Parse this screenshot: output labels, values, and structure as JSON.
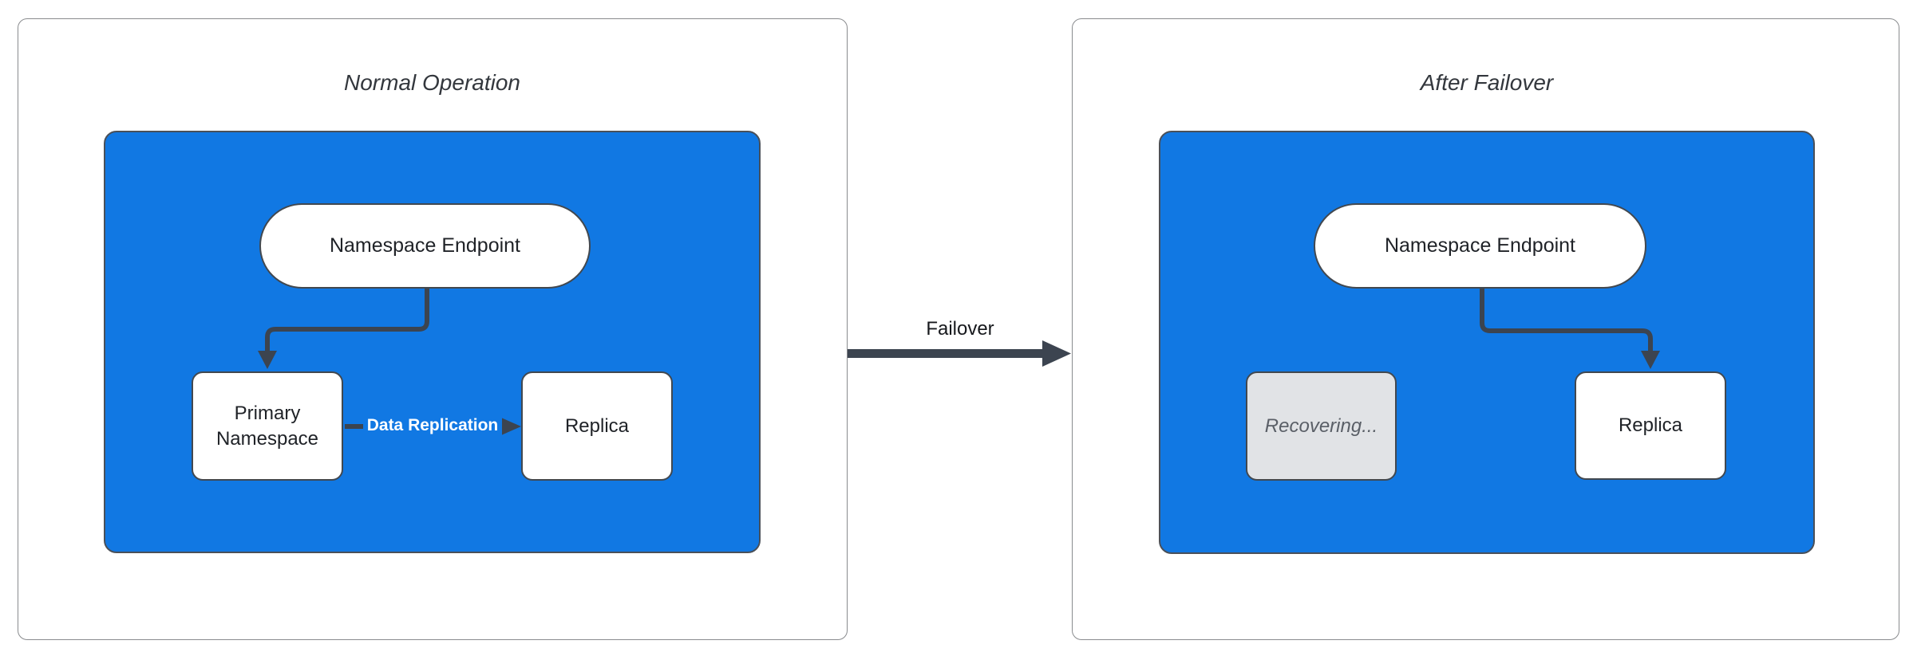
{
  "diagram": {
    "panels": [
      {
        "title": "Normal Operation",
        "nodes": {
          "endpoint": "Namespace Endpoint",
          "primary": "Primary Namespace",
          "replica": "Replica"
        },
        "edges": {
          "replication_label": "Data Replication"
        }
      },
      {
        "title": "After Failover",
        "nodes": {
          "endpoint": "Namespace Endpoint",
          "recovering": "Recovering...",
          "replica": "Replica"
        }
      }
    ],
    "transition": {
      "label": "Failover"
    }
  },
  "colors": {
    "cluster_fill": "#1178E3",
    "connector": "#3C4450",
    "panel_border": "#898B8E",
    "node_border": "#42484F",
    "node_text": "#202328",
    "title_text": "#33373D",
    "recovering_fill": "#E1E3E6",
    "recovering_text": "#5A5F67",
    "edge_label_text": "#FFFFFF"
  }
}
